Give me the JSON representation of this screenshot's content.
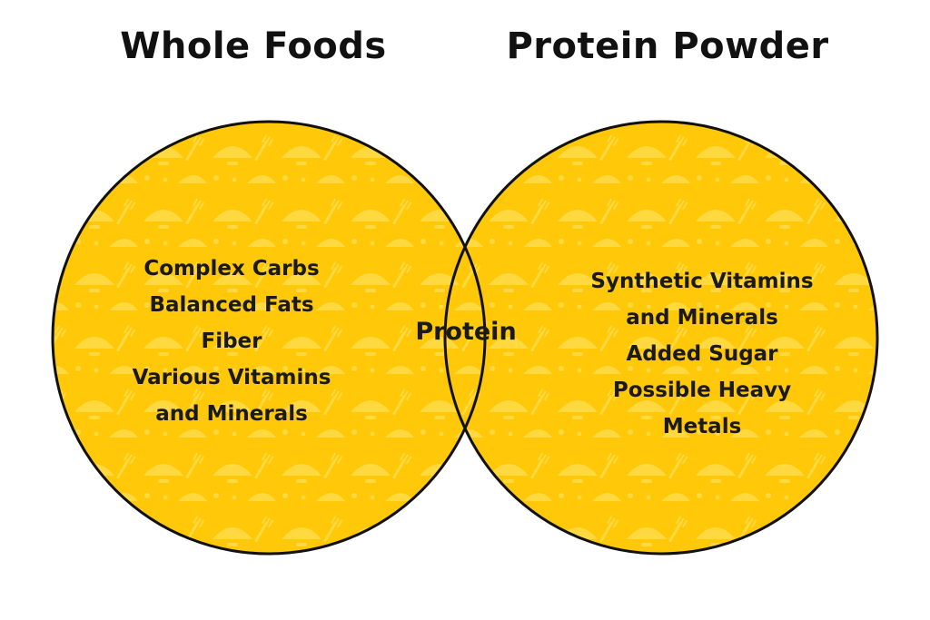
{
  "colors": {
    "circle_fill": "#FFC808",
    "circle_stroke": "#111111",
    "pattern": "#FFD93F",
    "text": "#1a1a1a"
  },
  "left_set": {
    "title": "Whole Foods",
    "items": [
      "Complex Carbs",
      "Balanced Fats",
      "Fiber",
      "Various Vitamins",
      "and Minerals"
    ]
  },
  "right_set": {
    "title": "Protein Powder",
    "items": [
      "Synthetic Vitamins",
      "and Minerals",
      "Added Sugar",
      "Possible Heavy",
      "Metals"
    ]
  },
  "overlap": {
    "label": "Protein"
  },
  "background_pattern_icons": [
    "bowl-icon",
    "fork-icon",
    "knife-icon"
  ]
}
